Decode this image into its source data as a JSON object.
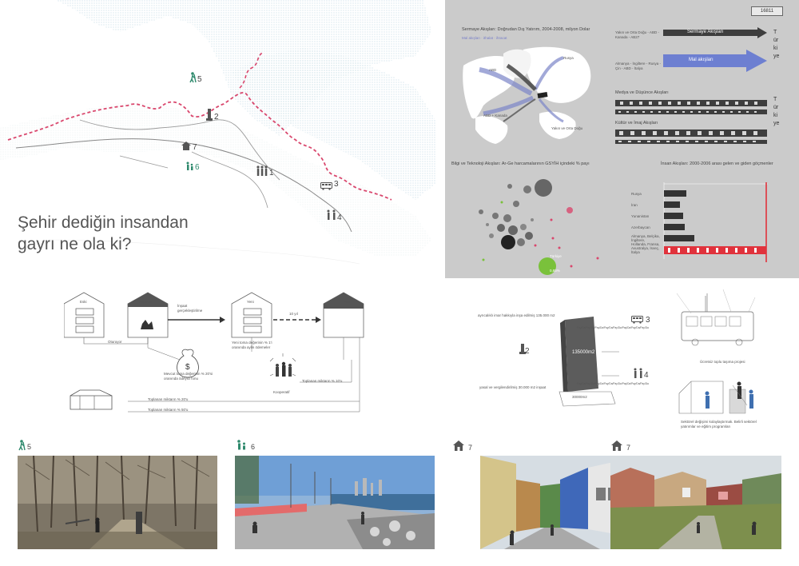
{
  "sheet_number": "16811",
  "headline": {
    "line1": "Şehir dediğin insandan",
    "line2": "gayrı ne ola ki?"
  },
  "map": {
    "markers": [
      {
        "num": "5",
        "icon": "hiker-icon"
      },
      {
        "num": "2",
        "icon": "tower-icon"
      },
      {
        "num": "7",
        "icon": "house-icon"
      },
      {
        "num": "6",
        "icon": "family-icon"
      },
      {
        "num": "1",
        "icon": "people-group-icon"
      },
      {
        "num": "3",
        "icon": "bus-icon"
      },
      {
        "num": "4",
        "icon": "workers-icon"
      }
    ]
  },
  "flows": {
    "capital_title": "Sermaye Akışları: Doğrudan Dış Yatırım, 2004-2008, milyon Dolar",
    "goods_subtitle": "Mal akışları · ithalat · ihracat",
    "world_labels": {
      "abd": "ABD",
      "abd_kanada": "ABD + Kanada",
      "rusya": "Rusya",
      "yakin_orta": "Yakın ve Orta Doğu"
    },
    "middle_east_label": "Yakın ve Orta Doğu - ABD - Kanada - AB27",
    "europe_label": "Almanya - İngiltere - Rusya - Çin - ABD - İtalya",
    "capital_arrow": "Sermaye Akışları",
    "goods_arrow": "Mal akışları",
    "turkiye_vertical_1": "Türkiye",
    "turkiye_vertical_2": "Türkiye",
    "media_title": "Medya ve Düşünce Akışları",
    "culture_title": "Kültür ve İmaj Akışları",
    "tech_title": "Bilgi ve Teknoloji Akışları: Ar-Ge harcamalarının GSYİH içindeki % payı",
    "tech_labels": {
      "turkiye": "Türkiye",
      "pct": "0,85%"
    },
    "human_title": "İnsan Akışları: 2000-2006 arası gelen ve giden göçmenler",
    "human_rows": [
      "Rusya",
      "İran",
      "Yunanistan",
      "Azerbaycan",
      "Almanya, Belçika, İngiltere, Hollanda, Fransa, Avustralya, İsveç, İtalya"
    ]
  },
  "diagram": {
    "eski": "Eski",
    "kooperatif_house": "Kooperatif",
    "insaat": "İnşaat\ngerçekleştirilme",
    "yeni1": "Yeni",
    "yeni2": "Yeni",
    "years": "10 yıl",
    "oturuyor": "Oturuyor",
    "mevcut": "Mevcut toma değerinin % 20'si oranında ödeyici fonu",
    "yeni_toma": "Yeni toma değerinin % 1'i oranında aylık ödemeler",
    "kooperatif": "Kooperatif",
    "toplanan_10": "Toplanan miktarın % 10'u",
    "toplanan_20": "Toplanan miktarın % 20'u",
    "toplanan_50": "Toplanan miktarın % 50'u"
  },
  "scheme": {
    "tower_top_text": "ayrıcalıklı imar hakkıyla inşa edilmiş 135.000 m2",
    "tower_area": "135000m2",
    "tower_base_area": "30000m2",
    "bottom_text": "yasal ve vergilendirilmiş 30.000 m2 inşaat",
    "tower_marker": "2",
    "bus_marker": "3",
    "workers_marker": "4",
    "bus_caption": "Ücretsiz toplu taşıma projesi",
    "workers_caption": "Sektörel değişimi kolaylaştırmak. Belirli sektörel yatırımlar ve eğitim programları",
    "repeat_text": "Pay/Da/Pay/Da/Pay/Da/Pay/Da/Pay/Da/Pay/Da/Pay/Da/Pay/Da"
  },
  "photos": [
    {
      "num": "5",
      "icon": "hiker-icon"
    },
    {
      "num": "6",
      "icon": "family-icon"
    },
    {
      "num": "7",
      "icon": "house-icon"
    },
    {
      "num": "7",
      "icon": "house-icon"
    }
  ]
}
